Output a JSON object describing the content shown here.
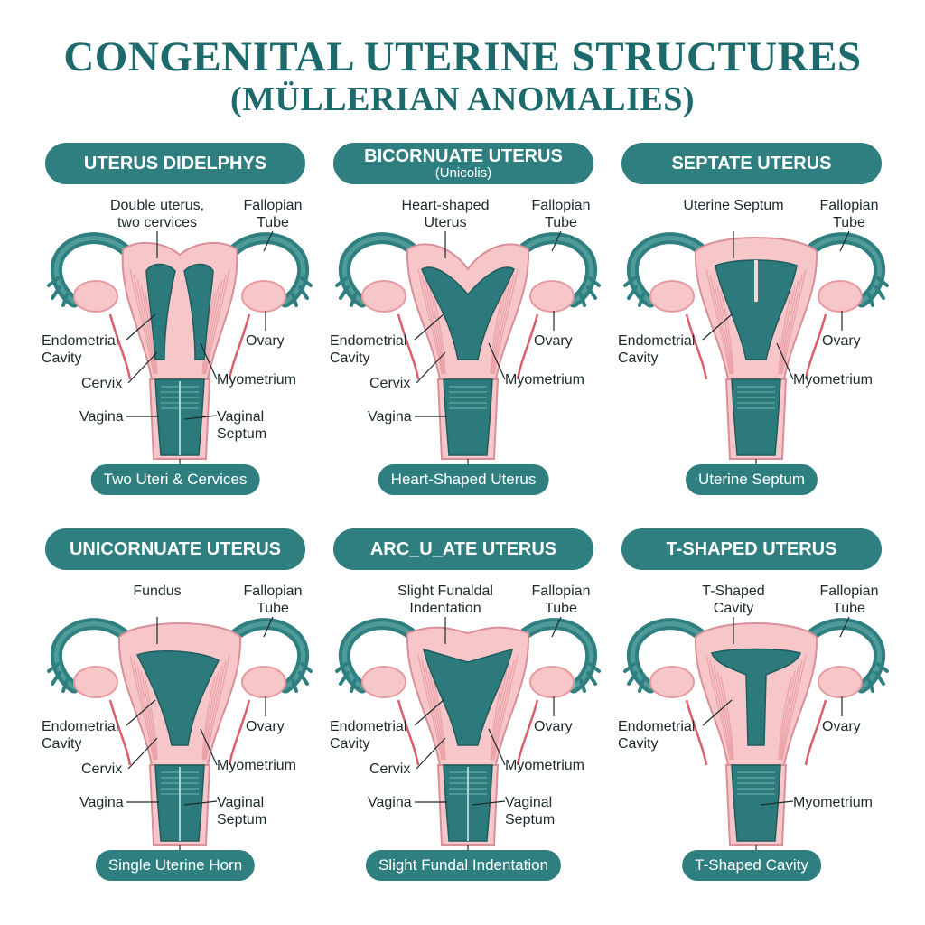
{
  "title": {
    "line1": "CONGENITAL UTERINE STRUCTURES",
    "line2": "(MÜLLERIAN ANOMALIES)"
  },
  "colors": {
    "teal": "#2f7f80",
    "dark_teal": "#1c6a6c",
    "pink": "#f6c6c9",
    "muscle": "#e89aa1",
    "cavity": "#2c7a7b"
  },
  "panels": [
    {
      "heading": "UTERUS DIDELPHYS",
      "subheading": "",
      "variant": "didelphys",
      "caption": "Two Uteri & Cervices",
      "labels": {
        "top_left": "Double uterus,\ntwo cervices",
        "top_right": "Fallopian\nTube",
        "left_upper": "Endometrial\nCavity",
        "right_upper": "Ovary",
        "left_mid": "Cervix",
        "right_mid": "Myometrium",
        "left_low": "Vagina",
        "right_low": "Vaginal\nSeptum"
      }
    },
    {
      "heading": "BICORNUATE UTERUS",
      "subheading": "(Unicolis)",
      "variant": "bicornuate",
      "caption": "Heart-Shaped Uterus",
      "labels": {
        "top_left": "Heart-shaped\nUterus",
        "top_right": "Fallopian\nTube",
        "left_upper": "Endometrial\nCavity",
        "right_upper": "Ovary",
        "left_mid": "Cervix",
        "right_mid": "Myometrium",
        "left_low": "Vagina",
        "right_low": ""
      }
    },
    {
      "heading": "SEPTATE UTERUS",
      "subheading": "",
      "variant": "septate",
      "caption": "Uterine Septum",
      "labels": {
        "top_left": "Uterine Septum",
        "top_right": "Fallopian\nTube",
        "left_upper": "Endometrial\nCavity",
        "right_upper": "Ovary",
        "left_mid": "",
        "right_mid": "Myometrium",
        "left_low": "",
        "right_low": ""
      }
    },
    {
      "heading": "UNICORNUATE UTERUS",
      "subheading": "",
      "variant": "unicornuate",
      "caption": "Single Uterine Horn",
      "labels": {
        "top_left": "Fundus",
        "top_right": "Fallopian\nTube",
        "left_upper": "Endometrial\nCavity",
        "right_upper": "Ovary",
        "left_mid": "Cervix",
        "right_mid": "Myometrium",
        "left_low": "Vagina",
        "right_low": "Vaginal\nSeptum"
      }
    },
    {
      "heading": "ARC_U_ATE UTERUS",
      "subheading": "",
      "variant": "arcuate",
      "caption": "Slight Fundal Indentation",
      "labels": {
        "top_left": "Slight Funaldal\nIndentation",
        "top_right": "Fallopian\nTube",
        "left_upper": "Endometrial\nCavity",
        "right_upper": "Ovary",
        "left_mid": "Cervix",
        "right_mid": "Myometrium",
        "left_low": "Vagina",
        "right_low": "Vaginal\nSeptum"
      }
    },
    {
      "heading": "T-SHAPED UTERUS",
      "subheading": "",
      "variant": "tshaped",
      "caption": "T-Shaped Cavity",
      "labels": {
        "top_left": "T-Shaped\nCavity",
        "top_right": "Fallopian\nTube",
        "left_upper": "Endometrial\nCavity",
        "right_upper": "Ovary",
        "left_mid": "",
        "right_mid": "",
        "left_low": "",
        "right_low": "Myometrium"
      }
    }
  ]
}
